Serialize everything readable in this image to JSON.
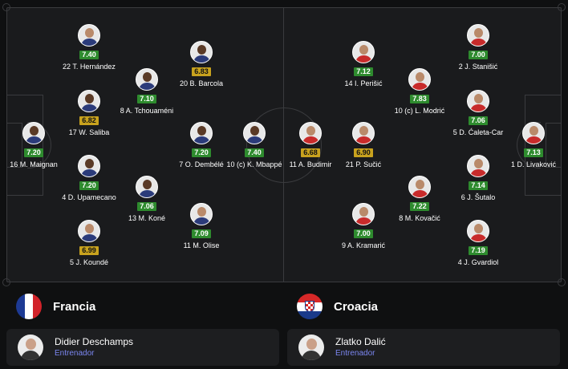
{
  "home": {
    "team_name": "Francia",
    "coach": {
      "name": "Didier Deschamps",
      "role": "Entrenador"
    },
    "flag_colors": [
      "#1d3a94",
      "#ffffff",
      "#d2232a"
    ],
    "players": [
      {
        "label": "16 M. Maignan",
        "rating": "7.20",
        "rating_color": "green"
      },
      {
        "label": "22 T. Hernández",
        "rating": "7.40",
        "rating_color": "green"
      },
      {
        "label": "17 W. Saliba",
        "rating": "6.82",
        "rating_color": "yellow"
      },
      {
        "label": "4 D. Upamecano",
        "rating": "7.20",
        "rating_color": "green"
      },
      {
        "label": "5 J. Koundé",
        "rating": "6.99",
        "rating_color": "yellow"
      },
      {
        "label": "8 A. Tchouaméni",
        "rating": "7.10",
        "rating_color": "green"
      },
      {
        "label": "13 M. Koné",
        "rating": "7.06",
        "rating_color": "green"
      },
      {
        "label": "20 B. Barcola",
        "rating": "6.83",
        "rating_color": "yellow"
      },
      {
        "label": "7 O. Dembélé",
        "rating": "7.20",
        "rating_color": "green"
      },
      {
        "label": "11 M. Olise",
        "rating": "7.09",
        "rating_color": "green"
      },
      {
        "label": "10 (c) K. Mbappé",
        "rating": "7.40",
        "rating_color": "green"
      }
    ]
  },
  "away": {
    "team_name": "Croacia",
    "coach": {
      "name": "Zlatko Dalić",
      "role": "Entrenador"
    },
    "flag_colors": [
      "#d62828",
      "#ffffff",
      "#1a3a8a"
    ],
    "players": [
      {
        "label": "1 D. Livaković",
        "rating": "7.13",
        "rating_color": "green"
      },
      {
        "label": "2 J. Stanišić",
        "rating": "7.00",
        "rating_color": "green"
      },
      {
        "label": "5 D. Ćaleta-Car",
        "rating": "7.06",
        "rating_color": "green"
      },
      {
        "label": "6 J. Šutalo",
        "rating": "7.14",
        "rating_color": "green"
      },
      {
        "label": "4 J. Gvardiol",
        "rating": "7.19",
        "rating_color": "green"
      },
      {
        "label": "14 I. Perišić",
        "rating": "7.12",
        "rating_color": "green"
      },
      {
        "label": "10 (c) L. Modrić",
        "rating": "7.83",
        "rating_color": "green"
      },
      {
        "label": "8 M. Kovačić",
        "rating": "7.22",
        "rating_color": "green"
      },
      {
        "label": "21 P. Sučić",
        "rating": "6.90",
        "rating_color": "yellow"
      },
      {
        "label": "9 A. Kramarić",
        "rating": "7.00",
        "rating_color": "green"
      },
      {
        "label": "11 A. Budimir",
        "rating": "6.68",
        "rating_color": "yellow"
      }
    ]
  }
}
